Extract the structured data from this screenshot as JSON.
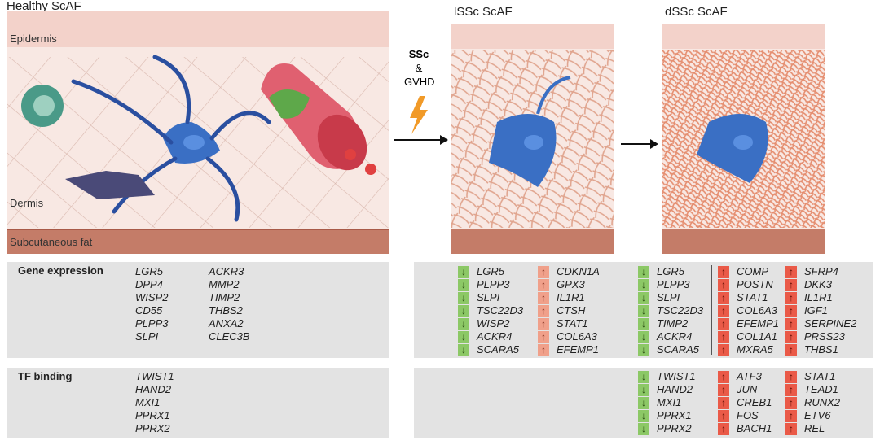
{
  "panels": {
    "healthy": "Healthy ScAF",
    "lssc": "lSSc ScAF",
    "dssc": "dSSc ScAF"
  },
  "layers": {
    "epidermis": "Epidermis",
    "dermis": "Dermis",
    "fat": "Subcutaneous fat"
  },
  "trigger": {
    "line1": "SSc",
    "line2": "&",
    "line3": "GVHD"
  },
  "colors": {
    "down": "#8cc866",
    "up_lssc": "#f0a08a",
    "up_dssc": "#ea5a48",
    "cell": "#3a6fc4"
  },
  "table": {
    "gene_header": "Gene expression",
    "tf_header": "TF binding",
    "healthy_genes_col1": [
      "LGR5",
      "DPP4",
      "WISP2",
      "CD55",
      "PLPP3",
      "SLPI"
    ],
    "healthy_genes_col2": [
      "ACKR3",
      "MMP2",
      "TIMP2",
      "THBS2",
      "ANXA2",
      "CLEC3B"
    ],
    "healthy_tf": [
      "TWIST1",
      "HAND2",
      "MXI1",
      "PPRX1",
      "PPRX2"
    ],
    "lssc_down": [
      "LGR5",
      "PLPP3",
      "SLPI",
      "TSC22D3",
      "WISP2",
      "ACKR4",
      "SCARA5"
    ],
    "lssc_up": [
      "CDKN1A",
      "GPX3",
      "IL1R1",
      "CTSH",
      "STAT1",
      "COL6A3",
      "EFEMP1"
    ],
    "dssc_down": [
      "LGR5",
      "PLPP3",
      "SLPI",
      "TSC22D3",
      "TIMP2",
      "ACKR4",
      "SCARA5"
    ],
    "dssc_up1": [
      "COMP",
      "POSTN",
      "STAT1",
      "COL6A3",
      "EFEMP1",
      "COL1A1",
      "MXRA5"
    ],
    "dssc_up2": [
      "SFRP4",
      "DKK3",
      "IL1R1",
      "IGF1",
      "SERPINE2",
      "PRSS23",
      "THBS1"
    ],
    "dssc_tf_down": [
      "TWIST1",
      "HAND2",
      "MXI1",
      "PPRX1",
      "PPRX2"
    ],
    "dssc_tf_up1": [
      "ATF3",
      "JUN",
      "CREB1",
      "FOS",
      "BACH1"
    ],
    "dssc_tf_up2": [
      "STAT1",
      "TEAD1",
      "RUNX2",
      "ETV6",
      "REL"
    ],
    "down_arrow": "↓",
    "up_arrow": "↑"
  }
}
